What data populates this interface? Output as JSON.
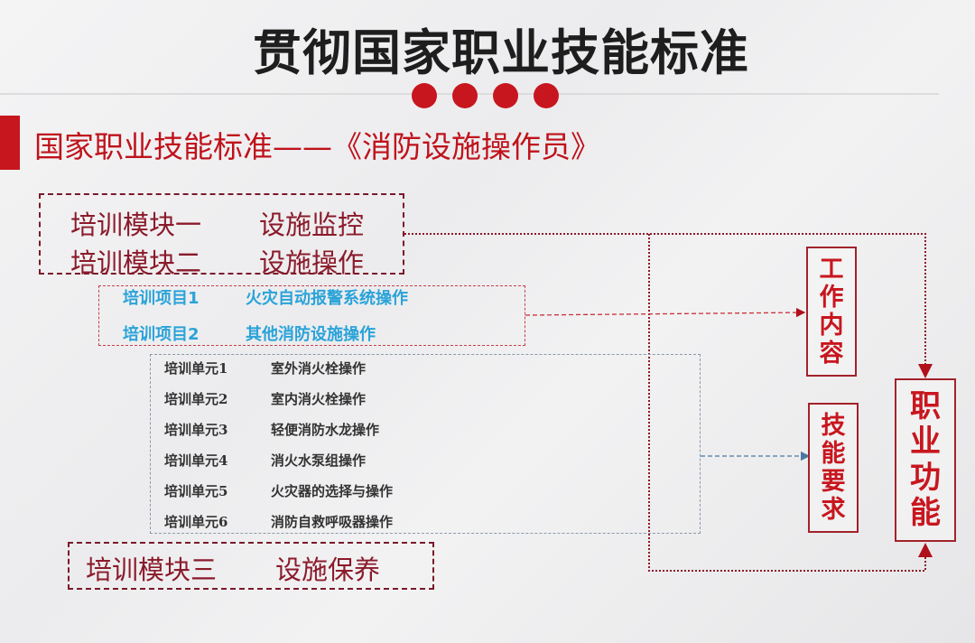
{
  "title": "贯彻国家职业技能标准",
  "subtitle": "国家职业技能标准——《消防设施操作员》",
  "modules": [
    {
      "label": "培训模块一",
      "value": "设施监控"
    },
    {
      "label": "培训模块二",
      "value": "设施操作"
    },
    {
      "label": "培训模块三",
      "value": "设施保养"
    }
  ],
  "projects": [
    {
      "label": "培训项目1",
      "value": "火灾自动报警系统操作"
    },
    {
      "label": "培训项目2",
      "value": "其他消防设施操作"
    }
  ],
  "units": [
    {
      "label": "培训单元1",
      "value": "室外消火栓操作"
    },
    {
      "label": "培训单元2",
      "value": "室内消火栓操作"
    },
    {
      "label": "培训单元3",
      "value": "轻便消防水龙操作"
    },
    {
      "label": "培训单元4",
      "value": "消火水泵组操作"
    },
    {
      "label": "培训单元5",
      "value": "火灾器的选择与操作"
    },
    {
      "label": "培训单元6",
      "value": "消防自救呼吸器操作"
    }
  ],
  "targets": {
    "work_content": [
      "工",
      "作",
      "内",
      "容"
    ],
    "skill_requirements": [
      "技",
      "能",
      "要",
      "求"
    ],
    "job_function": [
      "职",
      "业",
      "功",
      "能"
    ]
  },
  "colors": {
    "accent": "#c8161e",
    "module_text": "#8b1a2a",
    "project_text": "#2aa3d8"
  }
}
